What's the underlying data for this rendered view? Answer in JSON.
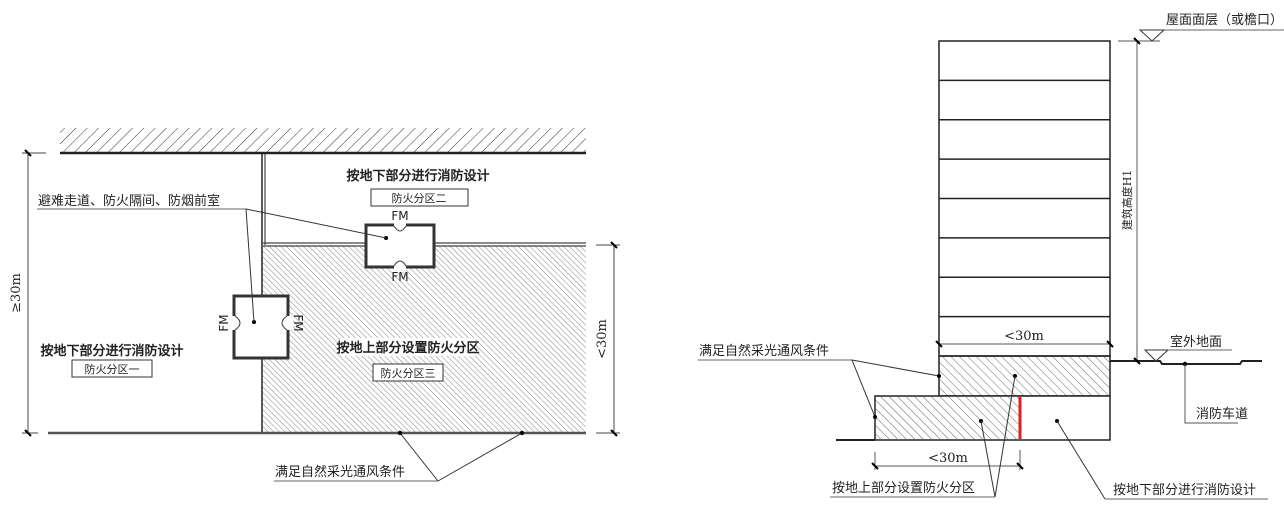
{
  "left_diagram": {
    "corridor_label": "避难走道、防火隔间、防烟前室",
    "zone2_title": "按地下部分进行消防设计",
    "zone2_box": "防火分区二",
    "zone1_title": "按地下部分进行消防设计",
    "zone1_box": "防火分区一",
    "zone3_title": "按地上部分设置防火分区",
    "zone3_box": "防火分区三",
    "left_dim": "≥30m",
    "right_dim": "<30m",
    "bottom_label": "满足自然采光通风条件",
    "door_label": "FM"
  },
  "right_diagram": {
    "roof_label": "屋面面层（或檐口）",
    "height_label": "建筑高度H1",
    "outdoor_label": "室外地面",
    "fire_lane_label": "消防车道",
    "upper_dim": "<30m",
    "lower_dim": "<30m",
    "light_vent_label": "满足自然采光通风条件",
    "above_ground_label": "按地上部分设置防火分区",
    "underground_label": "按地下部分进行消防设计",
    "floors": 8
  },
  "colors": {
    "line": "#222222",
    "hatch": "#555555",
    "accent_red": "#e02020"
  }
}
